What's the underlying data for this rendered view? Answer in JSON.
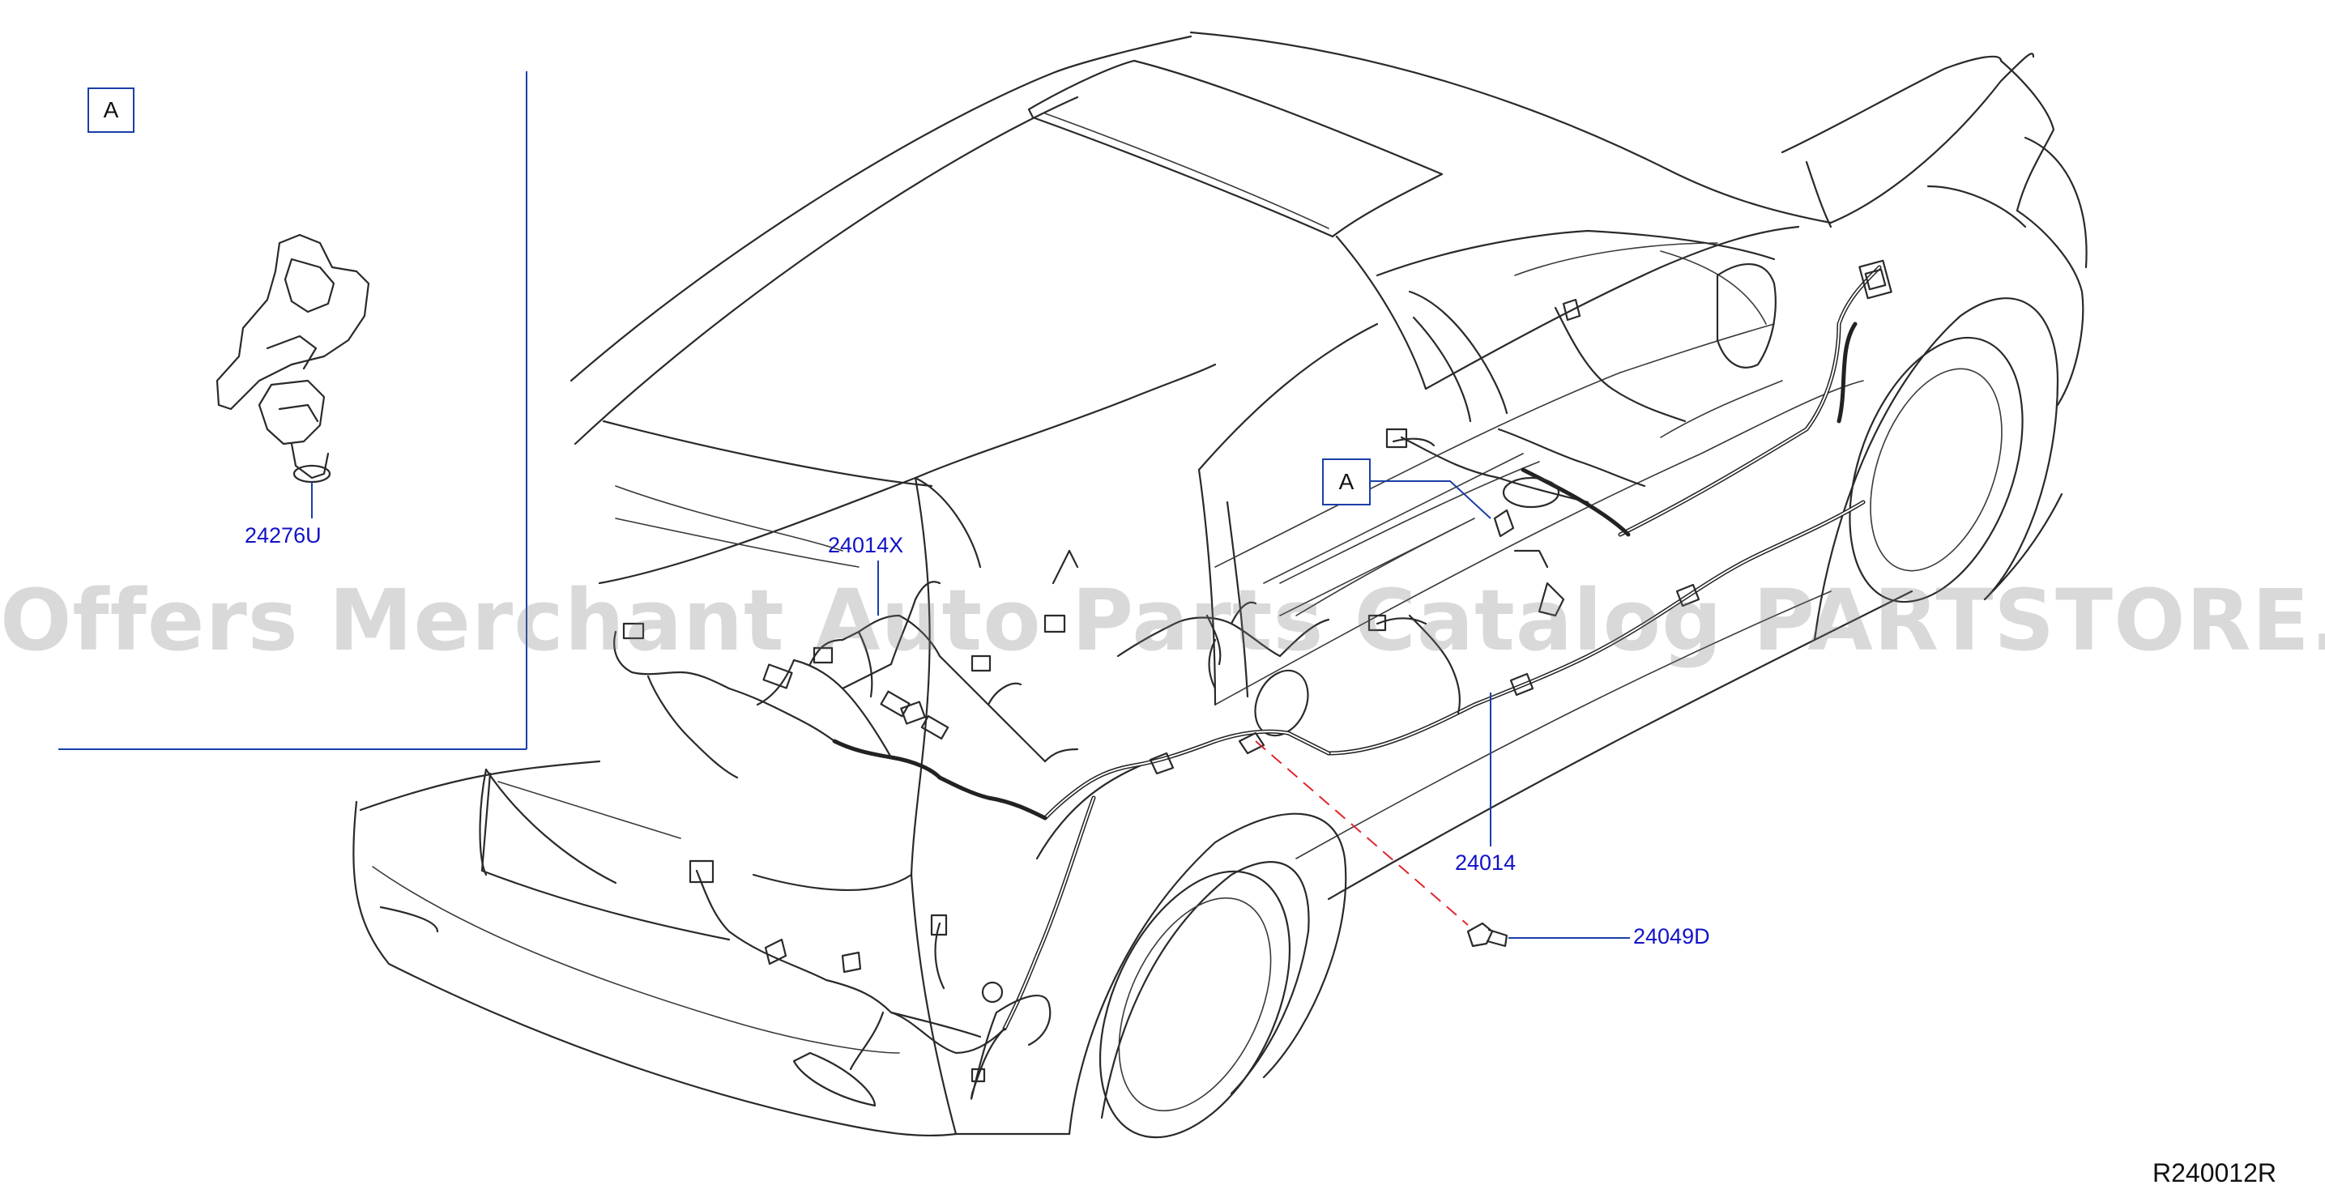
{
  "inset": {
    "callout_letter": "A",
    "part_label": "24276U"
  },
  "main": {
    "callout_letter": "A",
    "parts": [
      {
        "id": "harness-front",
        "label": "24014X"
      },
      {
        "id": "harness-body",
        "label": "24014"
      },
      {
        "id": "bolt",
        "label": "24049D"
      }
    ]
  },
  "watermark": "Offers Merchant Auto Parts Catalog PARTSTORE.SA",
  "reference_code": "R240012R",
  "colors": {
    "label_blue": "#1212c8",
    "leader_blue": "#1a3fa8",
    "dashed_red": "#e0262b",
    "line_art": "#2a2a2a"
  }
}
